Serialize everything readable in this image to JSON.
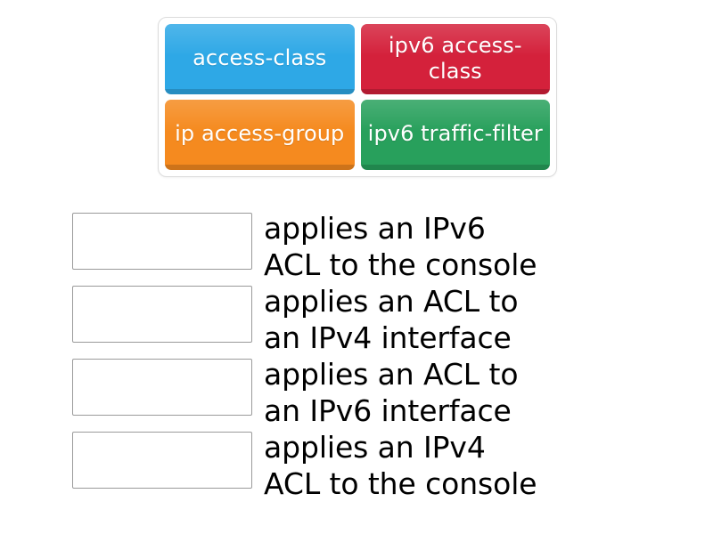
{
  "page": {
    "background_color": "#ffffff",
    "type": "match-up-quiz"
  },
  "tile_bank": {
    "name": "draggable-answer-tiles",
    "tiles": [
      {
        "label": "access-class",
        "color": "#2ea8e6",
        "color_name": "blue"
      },
      {
        "label": "ipv6\naccess-class",
        "color": "#d4213b",
        "color_name": "red"
      },
      {
        "label": "ip\naccess-group",
        "color": "#f58a1f",
        "color_name": "orange"
      },
      {
        "label": "ipv6\ntraffic-filter",
        "color": "#28a05c",
        "color_name": "green"
      }
    ]
  },
  "matches": {
    "rows": [
      {
        "drop_value": "",
        "text": "applies an IPv6\nACL to the console"
      },
      {
        "drop_value": "",
        "text": "applies an ACL to\nan IPv4 interface"
      },
      {
        "drop_value": "",
        "text": "applies an ACL to\nan IPv6 interface"
      },
      {
        "drop_value": "",
        "text": "applies an IPv4\nACL to the console"
      }
    ]
  }
}
